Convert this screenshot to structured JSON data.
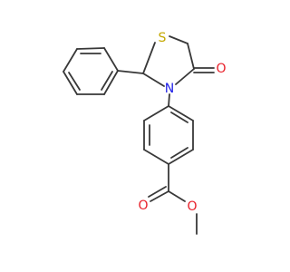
{
  "colors": {
    "bond": "#383838",
    "carbon": "#383838",
    "oxygen": "#e8202a",
    "nitrogen": "#2020e8",
    "sulfur": "#c4a800"
  },
  "atoms": {
    "sulfur": "S",
    "nitrogen": "N",
    "ketone_oxygen": "O",
    "carbonyl_oxygen": "O",
    "ester_oxygen": "O"
  }
}
